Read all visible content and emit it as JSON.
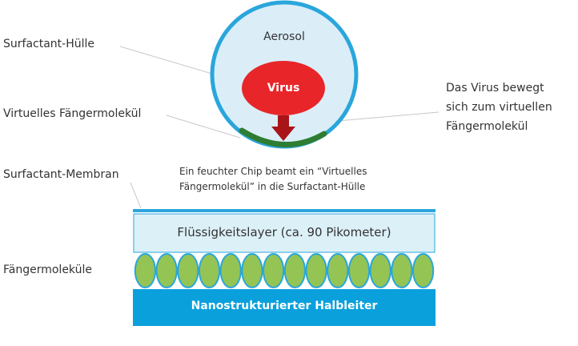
{
  "labels": {
    "surfactant_huelle": "Surfactant-Hülle",
    "virtuelles_faenger": "Virtuelles Fängermolekül",
    "surfactant_membran": "Surfactant-Membran",
    "faengermolekuele": "Fängermoleküle"
  },
  "aerosol": {
    "label": "Aerosol",
    "virus_label": "Virus"
  },
  "annotation_right": {
    "line1": "Das Virus bewegt",
    "line2": "sich zum virtuellen",
    "line3": "Fängermolekül"
  },
  "caption": {
    "line1": "Ein feuchter Chip beamt ein “Virtuelles",
    "line2": "Fängermolekül” in die Surfactant-Hülle"
  },
  "layers": {
    "liquid_layer": "Flüssigkeitslayer (ca. 90 Pikometer)",
    "semiconductor": "Nanostrukturierter Halbleiter"
  },
  "molecule_count": 14,
  "colors": {
    "shell_stroke": "#2aa6dc",
    "shell_fill": "#dbeef8",
    "virus": "#e8262a",
    "arrow": "#a91419",
    "virtual_molecule": "#2e7d32",
    "membrane": "#2aa6dc",
    "liquid_fill": "#dcf0f8",
    "molecule_fill": "#93c454",
    "molecule_stroke": "#2aa6dc",
    "semiconductor": "#0aa0dc",
    "leader_line": "#c8c8c8"
  }
}
